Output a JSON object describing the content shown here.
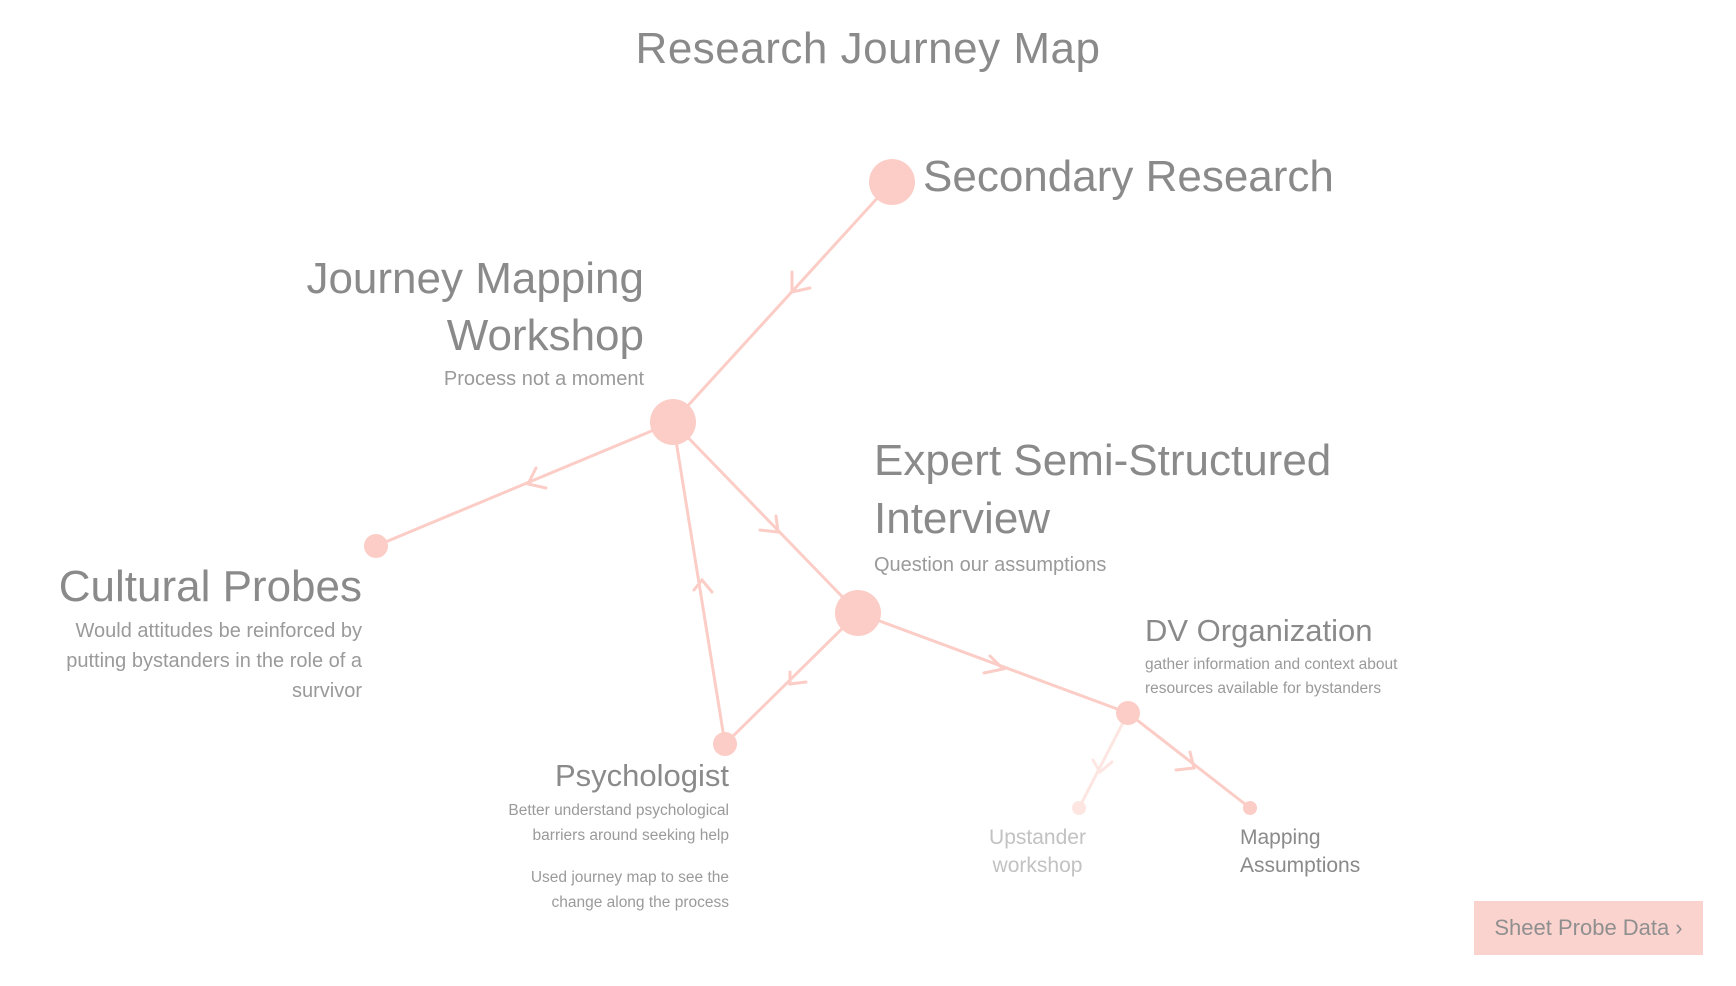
{
  "title": "Research Journey Map",
  "colors": {
    "accent": "#fbcdc6",
    "text": "#8a8a8a",
    "faded_text": "#c2c2c2",
    "button_bg": "#fbd3ce"
  },
  "nodes": {
    "secondary_research": {
      "name": "Secondary Research"
    },
    "journey_mapping_workshop": {
      "name_line1": "Journey Mapping",
      "name_line2": "Workshop",
      "desc": "Process not a moment"
    },
    "expert_interview": {
      "name_line1": "Expert Semi-Structured",
      "name_line2": "Interview",
      "desc": "Question our assumptions"
    },
    "cultural_probes": {
      "name": "Cultural Probes",
      "desc_line1": "Would attitudes be reinforced by",
      "desc_line2": "putting bystanders in the role of a",
      "desc_line3": "survivor"
    },
    "dv_organization": {
      "name": "DV Organization",
      "desc_line1": "gather information and context about",
      "desc_line2": "resources available for bystanders"
    },
    "psychologist": {
      "name": "Psychologist",
      "desc_line1": "Better understand psychological",
      "desc_line2": "barriers around seeking help",
      "desc_line3": "Used journey map to see the",
      "desc_line4": "change along the process"
    },
    "upstander_workshop": {
      "name_line1": "Upstander",
      "name_line2": "workshop"
    },
    "mapping_assumptions": {
      "name_line1": "Mapping",
      "name_line2": "Assumptions"
    }
  },
  "button": {
    "label": "Sheet Probe Data",
    "icon": "chevron-right-icon"
  }
}
